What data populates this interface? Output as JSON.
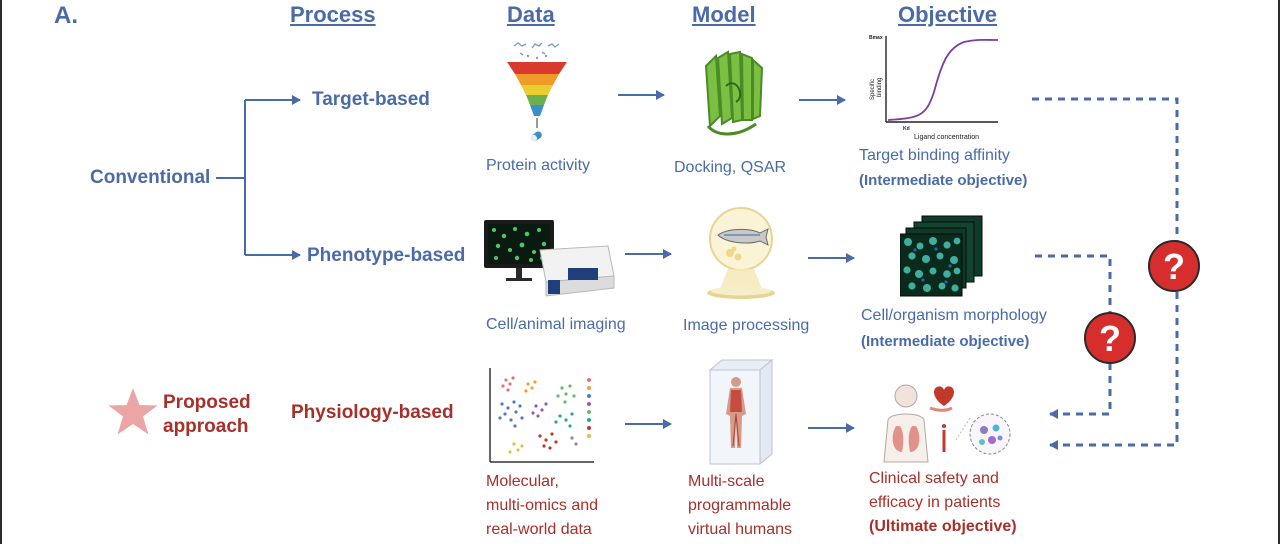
{
  "panel_label": "A.",
  "headers": {
    "process": "Process",
    "data": "Data",
    "model": "Model",
    "objective": "Objective"
  },
  "process": {
    "conventional": "Conventional",
    "target_based": "Target-based",
    "phenotype_based": "Phenotype-based",
    "proposed_line1": "Proposed",
    "proposed_line2": "approach",
    "physiology_based": "Physiology-based"
  },
  "rows": {
    "target": {
      "data_caption": "Protein activity",
      "model_caption": "Docking, QSAR",
      "objective_caption": "Target binding affinity",
      "objective_note": "(Intermediate objective)"
    },
    "phenotype": {
      "data_caption": "Cell/animal imaging",
      "model_caption": "Image processing",
      "objective_caption": "Cell/organism morphology",
      "objective_note": "(Intermediate objective)"
    },
    "physiology": {
      "data_caption_lines": [
        "Molecular,",
        "multi-omics and",
        "real-world data"
      ],
      "model_caption_lines": [
        "Multi-scale",
        "programmable",
        "virtual humans"
      ],
      "objective_caption_lines": [
        "Clinical safety and",
        "efficacy in patients"
      ],
      "objective_note": "(Ultimate objective)"
    }
  },
  "binding_plot": {
    "y_top_label": "Bmax",
    "ylabel_line1": "Specific",
    "ylabel_line2": "binding",
    "x_tick": "Kd",
    "xlabel": "Ligand concentration"
  },
  "question_mark": "?",
  "colors": {
    "blue": "#4a6ba8",
    "red": "#a8302a",
    "question_fill": "#d62d2d",
    "star": "#eba5a5",
    "dashed": "#4a6ba8"
  },
  "icons": [
    "funnel-icon",
    "protein-structure-icon",
    "binding-curve-icon",
    "microscope-icon",
    "zebrafish-dish-icon",
    "cell-stack-icon",
    "tsne-plot-icon",
    "virtual-human-icon",
    "patient-icon",
    "question-icon",
    "star-icon"
  ]
}
